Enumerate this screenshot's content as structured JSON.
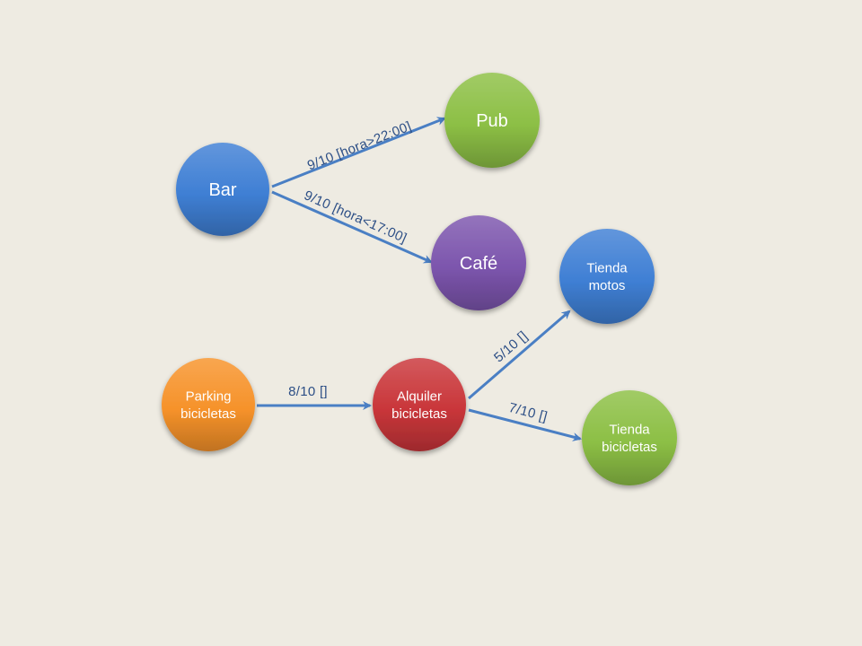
{
  "diagram": {
    "nodes": [
      {
        "id": "bar",
        "label": [
          "Bar"
        ],
        "color": "#3f7fd4"
      },
      {
        "id": "pub",
        "label": [
          "Pub"
        ],
        "color": "#8cbf45"
      },
      {
        "id": "cafe",
        "label": [
          "Café"
        ],
        "color": "#7c55ad"
      },
      {
        "id": "motos",
        "label": [
          "Tienda",
          "motos"
        ],
        "color": "#3f7fd4"
      },
      {
        "id": "parking",
        "label": [
          "Parking",
          "bicicletas"
        ],
        "color": "#f6922a"
      },
      {
        "id": "alquiler",
        "label": [
          "Alquiler",
          "bicicletas"
        ],
        "color": "#c9363a"
      },
      {
        "id": "tienda_bici",
        "label": [
          "Tienda",
          "bicicletas"
        ],
        "color": "#8cbf45"
      }
    ],
    "edges": [
      {
        "from": "bar",
        "to": "pub",
        "label": "9/10 [hora>22:00]"
      },
      {
        "from": "bar",
        "to": "cafe",
        "label": "9/10 [hora<17:00]"
      },
      {
        "from": "parking",
        "to": "alquiler",
        "label": "8/10 []"
      },
      {
        "from": "alquiler",
        "to": "motos",
        "label": "5/10 []"
      },
      {
        "from": "alquiler",
        "to": "tienda_bici",
        "label": "7/10 []"
      }
    ],
    "edge_color": "#4a7fc4"
  }
}
